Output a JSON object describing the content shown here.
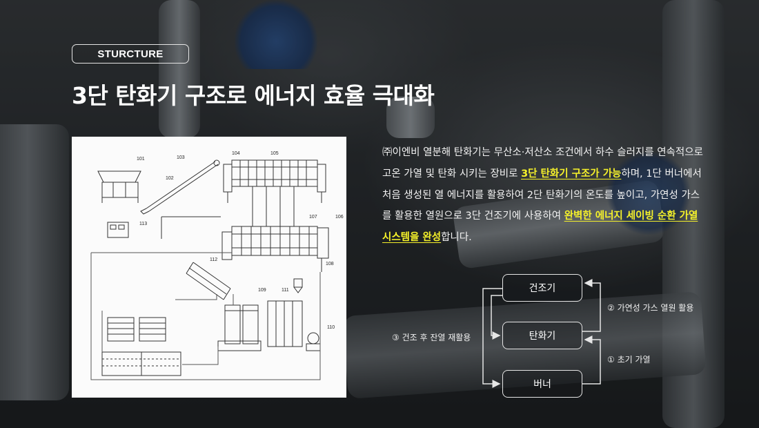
{
  "tag_label": "STURCTURE",
  "title": "3단 탄화기 구조로 에너지 효율 극대화",
  "description": {
    "p1": "㈜이엔비 열분해 탄화기는 무산소·저산소 조건에서 하수 슬러지를 연속적으로 고온 가열 및 탄화 시키는 장비로 ",
    "hl1": "3단 탄화기 구조가 가능",
    "p2": "하며, 1단 버너에서 처음 생성된 열 에너지를 활용하여 2단 탄화기의 온도를 높이고, 가연성 가스를 활용한 열원으로 3단 건조기에 사용하여 ",
    "hl2": "완벽한 에너지 세이빙 순환 가열 시스템을 완성",
    "p3": "합니다."
  },
  "diagram": {
    "labels": [
      "101",
      "102",
      "103",
      "104",
      "105",
      "106",
      "107",
      "108",
      "109",
      "110",
      "111",
      "112",
      "113"
    ]
  },
  "flow": {
    "dryer": "건조기",
    "carbonizer": "탄화기",
    "burner": "버너",
    "label_gas": "② 가연성 가스 열원 활용",
    "label_preheat": "① 초기 가열",
    "label_reuse": "③ 건조 후 잔열 재활용"
  },
  "colors": {
    "highlight": "#f6f22a",
    "text": "#ffffff"
  }
}
